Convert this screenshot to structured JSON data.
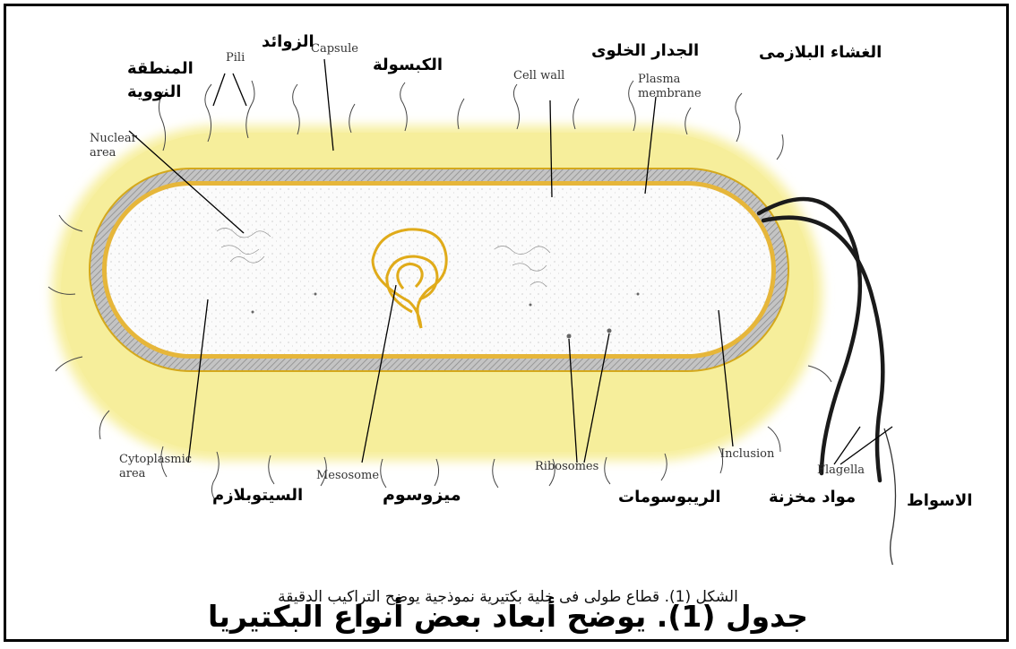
{
  "labels_en": {
    "pili": "Pili",
    "capsule": "Capsule",
    "nuclear_area_1": "Nuclear",
    "nuclear_area_2": "area",
    "cell_wall": "Cell wall",
    "plasma_membrane_1": "Plasma",
    "plasma_membrane_2": "membrane",
    "cytoplasmic_area_1": "Cytoplasmic",
    "cytoplasmic_area_2": "area",
    "mesosome": "Mesosome",
    "ribosomes": "Ribosomes",
    "inclusion": "Inclusion",
    "flagella": "Flagella"
  },
  "labels_ar": {
    "pili": "الزوائد",
    "nuclear_area_1": "المنطقة",
    "nuclear_area_2": "النووية",
    "capsule": "الكبسولة",
    "cell_wall": "الجدار الخلوى",
    "plasma_membrane": "الغشاء البلازمى",
    "cytoplasm": "السيتوبلازم",
    "mesosome": "ميزوسوم",
    "ribosomes": "الريبوسومات",
    "inclusion": "مواد مخزنة",
    "flagella": "الاسواط"
  },
  "captions": {
    "figure": "الشكل (1). قطاع طولى فى خلية بكتيرية نموذجية يوضح التراكيب الدقيقة",
    "table": "جدول (1). يوضح أبعاد بعض أنواع البكتيريا"
  },
  "colors": {
    "capsule": "#f7ef9e",
    "cell_wall": "#b5b5b5",
    "membrane": "#e0a81c",
    "cytoplasm": "#fbfbfb"
  }
}
